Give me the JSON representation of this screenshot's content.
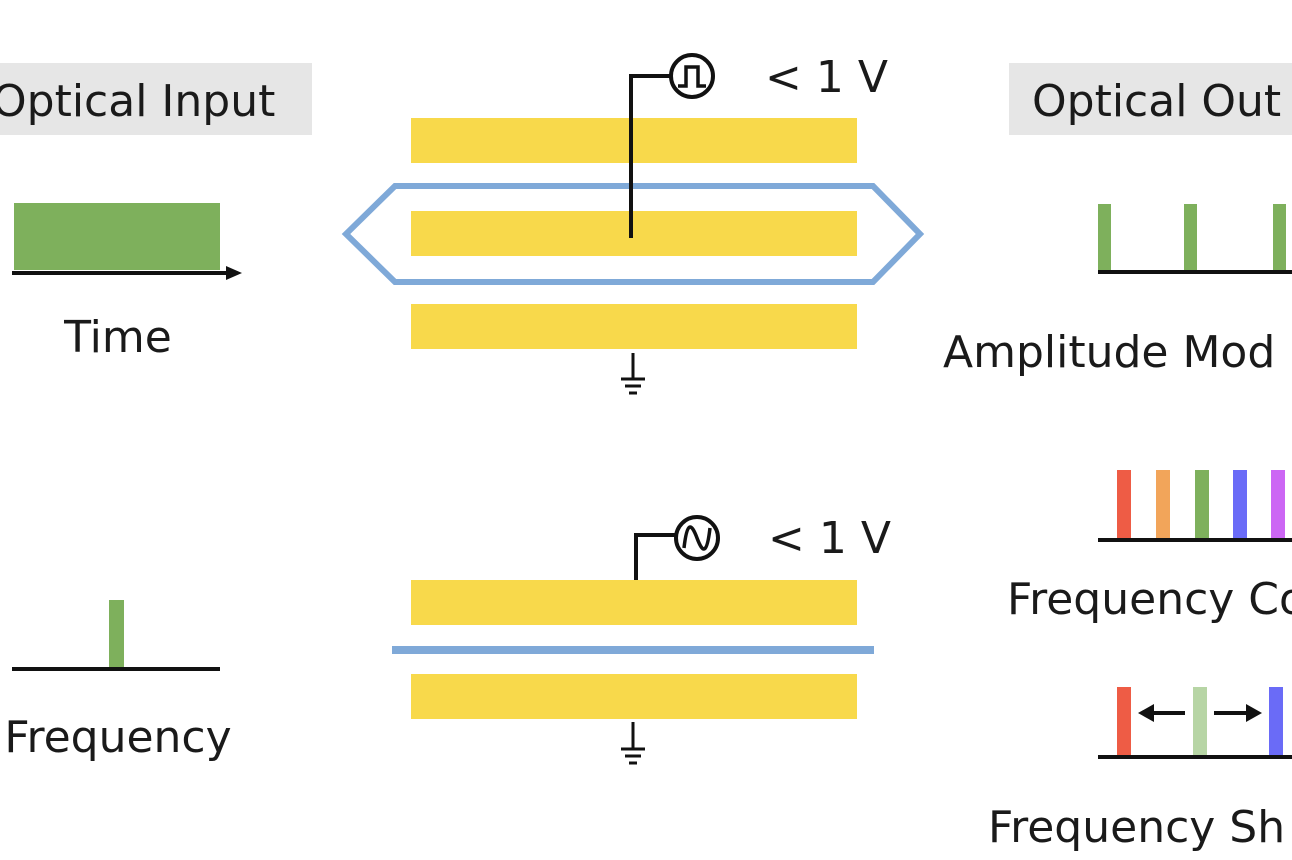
{
  "headers": {
    "input": "Optical Input",
    "output": "Optical Out"
  },
  "input_labels": {
    "time": "Time",
    "frequency": "Frequency"
  },
  "drive_voltage": {
    "top": "< 1 V",
    "bottom": "< 1 V"
  },
  "output_labels": {
    "amplitude": "Amplitude Mod",
    "comb": "Frequency Co",
    "shift": "Frequency Sh"
  },
  "icons": {
    "top_source": "square-pulse-source-icon",
    "bottom_source": "sine-source-icon",
    "ground": "ground-icon",
    "arrow_left": "arrow-left-icon",
    "arrow_right": "arrow-right-icon"
  },
  "colors": {
    "electrode": "#F8D94B",
    "waveguide": "#7FA9D8",
    "green": "#7EB05C",
    "light_green": "#B7D5A5",
    "red": "#EE5C45",
    "orange": "#F2A55A",
    "blue": "#6A6BF7",
    "purple": "#CC66F4",
    "header_bg": "#E6E6E6",
    "line": "#111111"
  }
}
